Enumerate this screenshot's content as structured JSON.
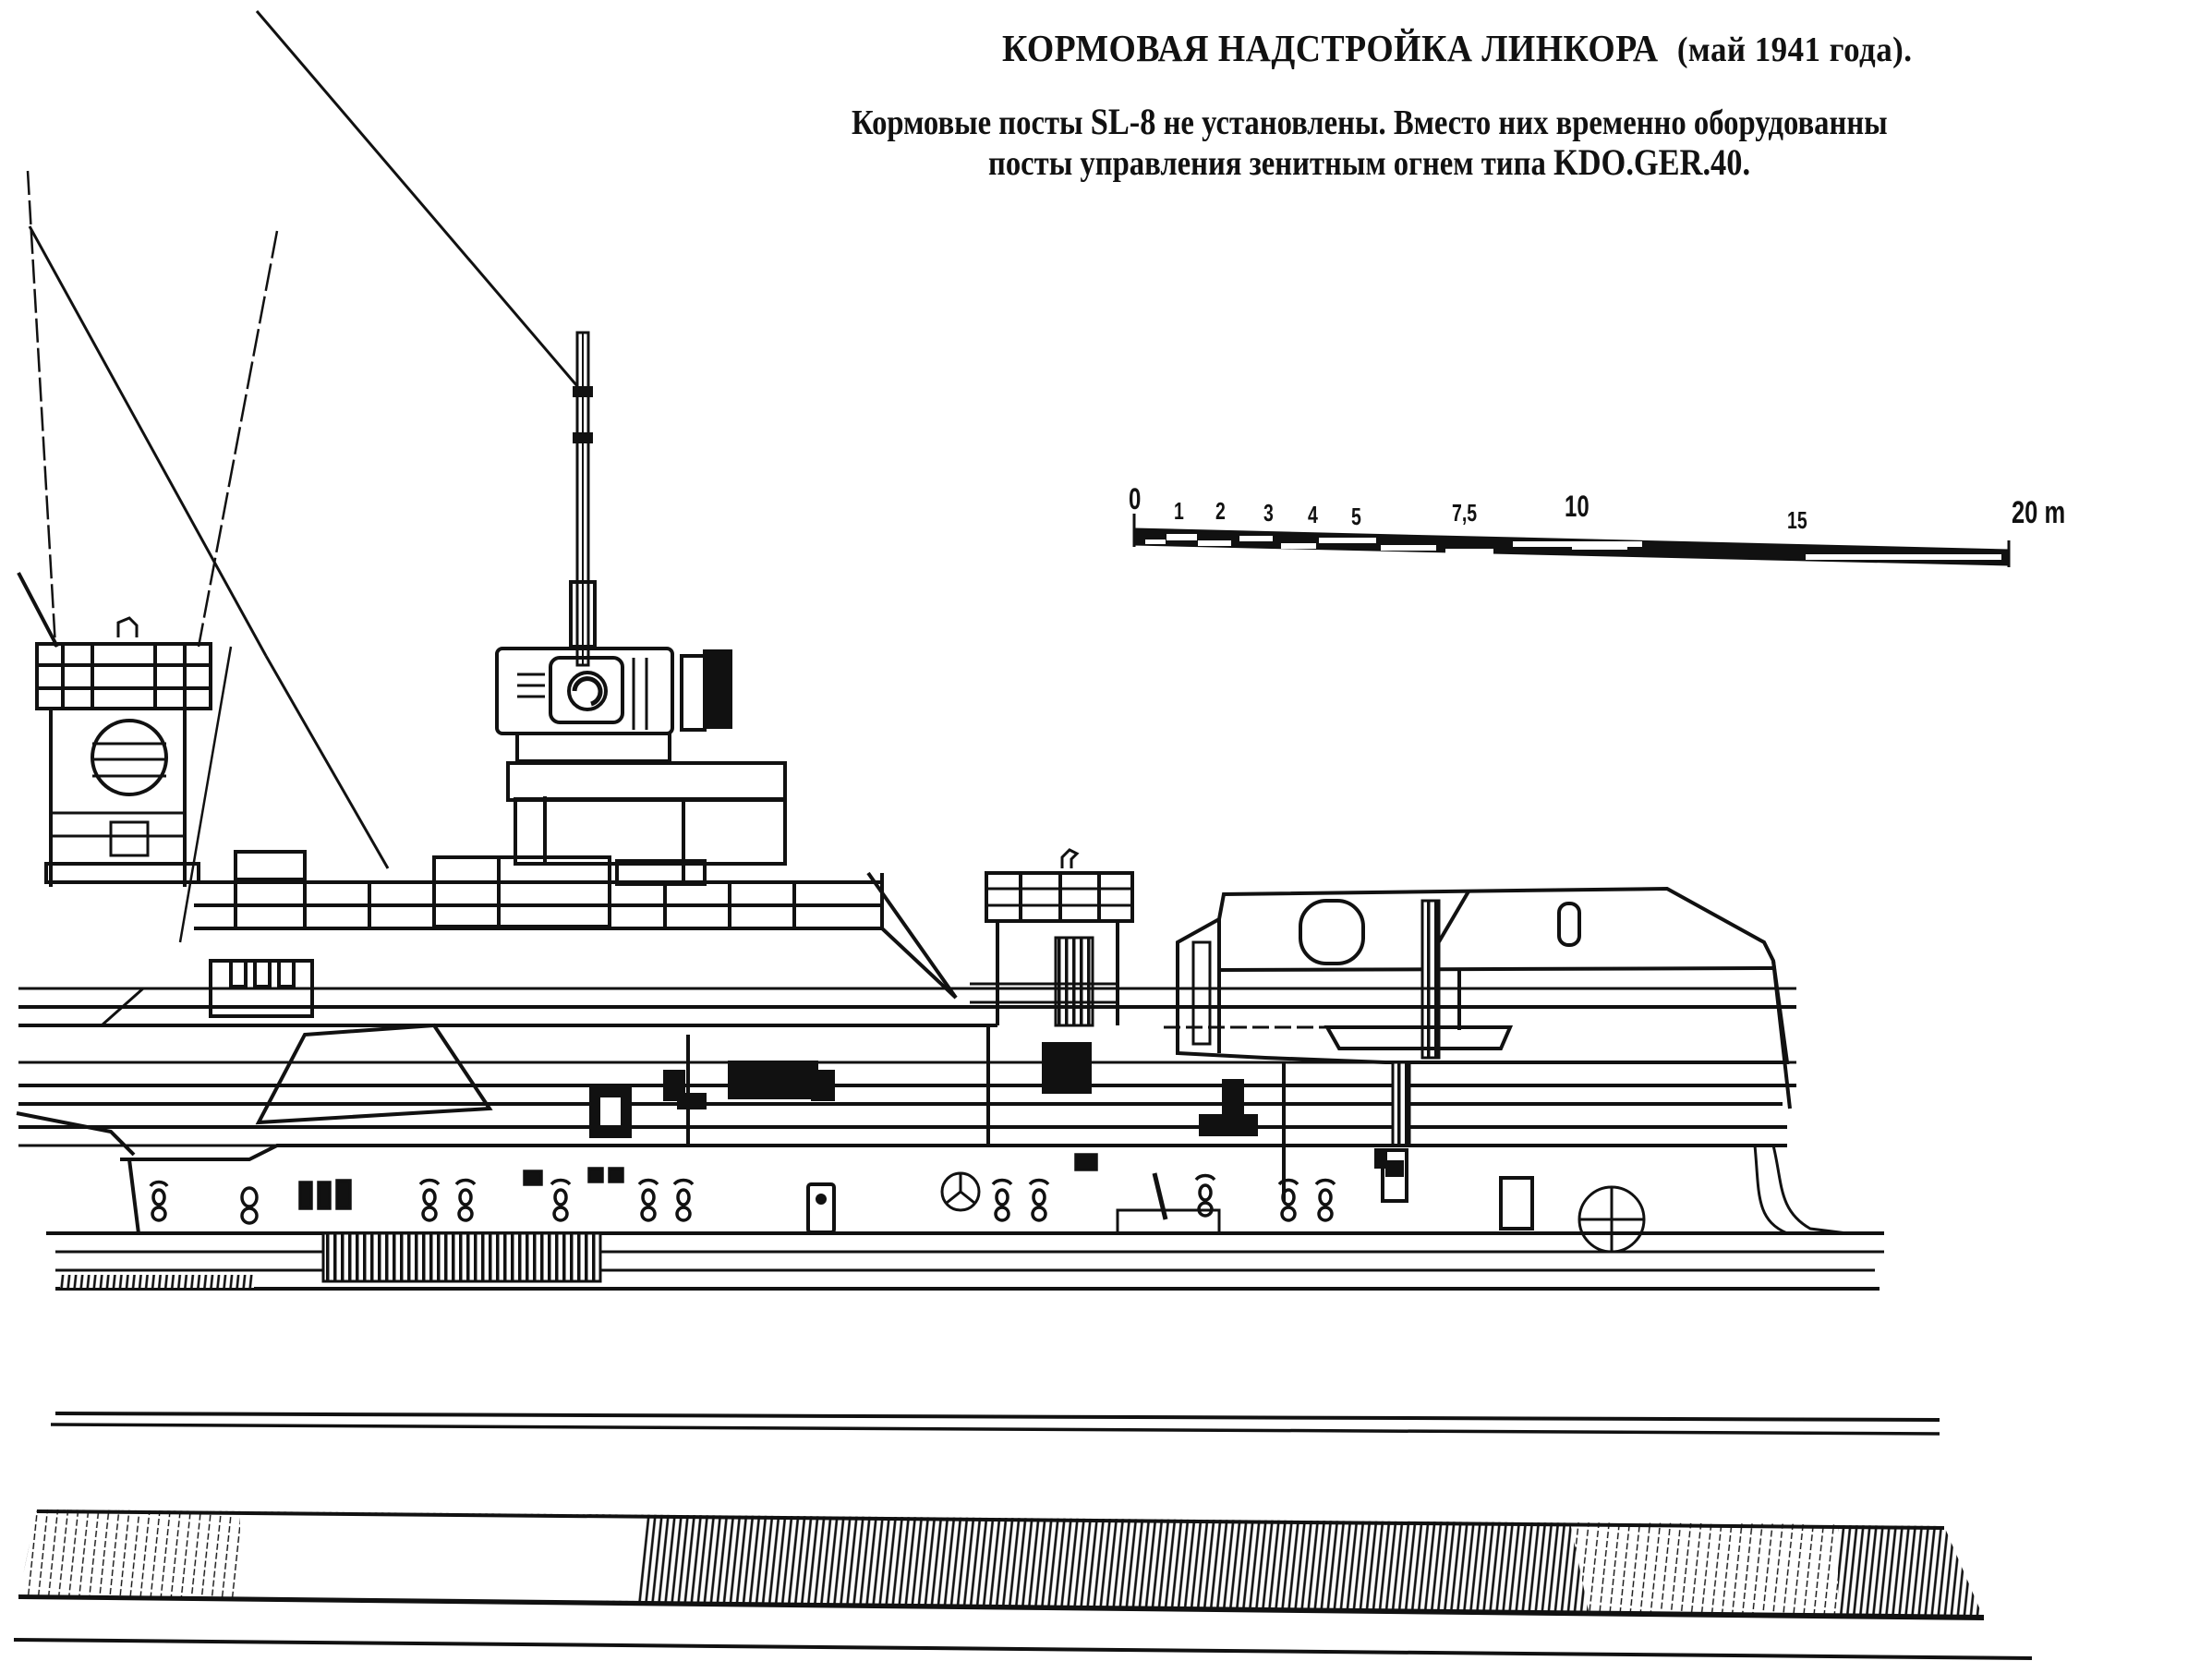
{
  "header": {
    "title": "КОРМОВАЯ НАДСТРОЙКА ЛИНКОРА",
    "title_date": "(май 1941 года).",
    "subtitle_line1_a": "Кормовые посты",
    "subtitle_line1_code": "SL-8",
    "subtitle_line1_b": "не установлены. Вместо них временно оборудованны",
    "subtitle_line2_a": "посты управления зенитным огнем типа",
    "subtitle_line2_code": "KDO.GER.40."
  },
  "scale_bar": {
    "unit": "m",
    "ticks": [
      {
        "label": "0",
        "value": 0
      },
      {
        "label": "1",
        "value": 1
      },
      {
        "label": "2",
        "value": 2
      },
      {
        "label": "3",
        "value": 3
      },
      {
        "label": "4",
        "value": 4
      },
      {
        "label": "5",
        "value": 5
      },
      {
        "label": "7,5",
        "value": 7.5
      },
      {
        "label": "10",
        "value": 10
      },
      {
        "label": "15",
        "value": 15
      },
      {
        "label": "20 m",
        "value": 20
      }
    ]
  },
  "drawing": {
    "subject": "Aft superstructure of battleship, side elevation",
    "colors": {
      "ink": "#111111",
      "paper": "#ffffff"
    },
    "components": [
      "searchlight-platform",
      "mainmast-rigging",
      "aa-fire-control-director",
      "director-tower",
      "aft-platform-tower",
      "main-gun-turret",
      "hull-portholes",
      "deck-railings",
      "waterline-hatching"
    ]
  }
}
